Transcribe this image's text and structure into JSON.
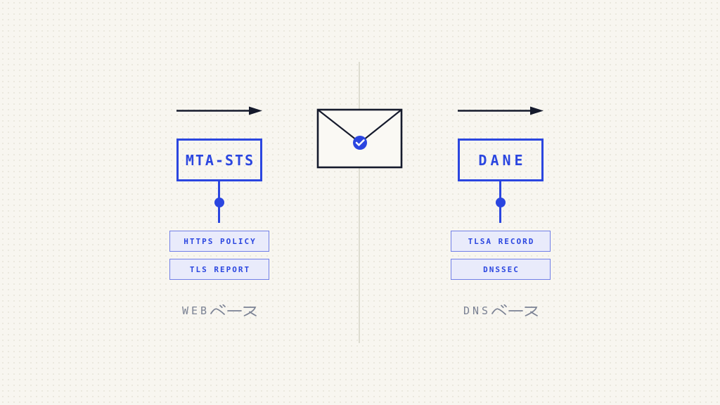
{
  "colors": {
    "background": "#f8f6f0",
    "dot_grid": "#e8e5db",
    "divider": "#dddcd0",
    "ink_navy": "#151a2c",
    "accent_blue": "#2b46e0",
    "chip_fill": "#e9ebfb",
    "chip_border": "#717fe8",
    "muted_text": "#7b8294",
    "envelope_fill": "#faf9f4",
    "check_color": "#ffffff"
  },
  "left_panel": {
    "arrow_icon": "arrow-right-icon",
    "title": "MTA-STS",
    "chips": [
      {
        "label": "HTTPS POLICY"
      },
      {
        "label": "TLS REPORT"
      }
    ],
    "caption": {
      "text": "WEBベース",
      "latin": "WEB",
      "kana": "ベース"
    }
  },
  "right_panel": {
    "arrow_icon": "arrow-right-icon",
    "title": "DANE",
    "chips": [
      {
        "label": "TLSA RECORD"
      },
      {
        "label": "DNSSEC"
      }
    ],
    "caption": {
      "text": "DNSベース",
      "latin": "DNS",
      "kana": "ベース"
    }
  },
  "center_panel": {
    "envelope_icon": "envelope-icon",
    "check_icon": "checkmark-icon",
    "divider": "vertical-divider"
  }
}
